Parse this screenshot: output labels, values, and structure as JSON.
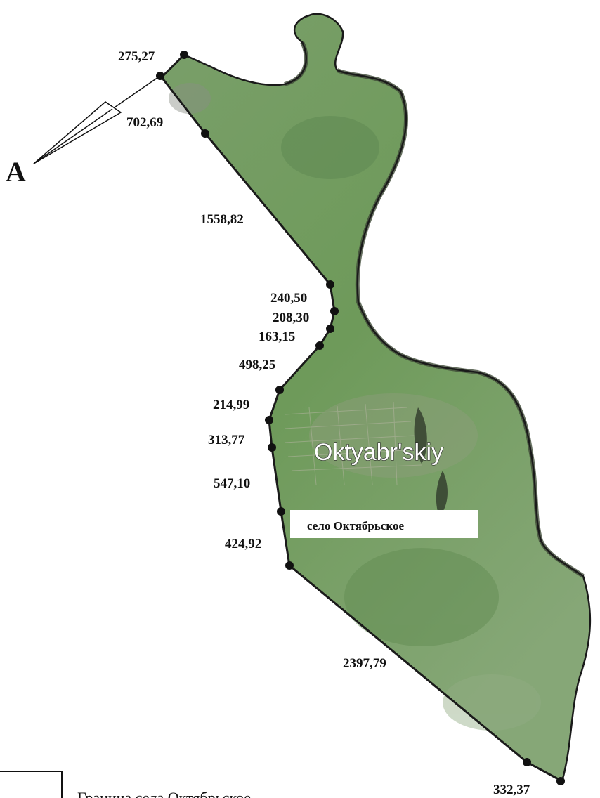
{
  "north_arrow": {
    "label": "A"
  },
  "place_label": "Oktyabr'skiy",
  "village_label": "село Октябрьское",
  "segment_lengths": [
    "275,27",
    "702,69",
    "1558,82",
    "240,50",
    "208,30",
    "163,15",
    "498,25",
    "214,99",
    "313,77",
    "547,10",
    "424,92",
    "2397,79",
    "332,37"
  ],
  "legend": {
    "text": "Граница села Октябрьское"
  },
  "colors": {
    "land": "#6f9a5c",
    "boundary": "#1a1a1a",
    "river": "#3f4a37"
  }
}
